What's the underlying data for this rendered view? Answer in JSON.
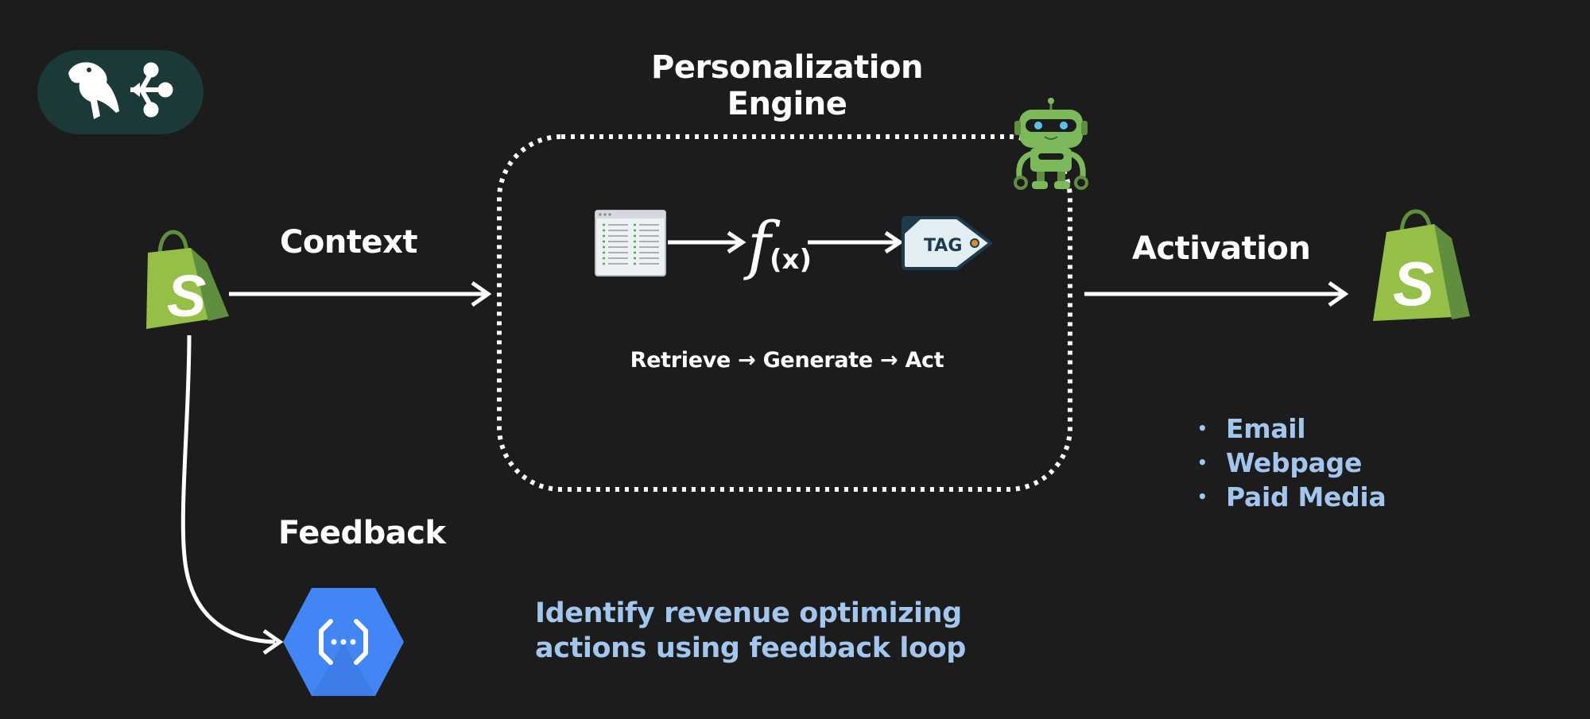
{
  "diagram": {
    "title": "Personalization Engine",
    "context_label": "Context",
    "activation_label": "Activation",
    "feedback_label": "Feedback",
    "engine_caption": "Retrieve → Generate → Act",
    "function_symbol": "f",
    "function_arg": "(x)",
    "tag_label": "TAG",
    "channels": [
      "Email",
      "Webpage",
      "Paid Media"
    ],
    "insight_line1": "Identify revenue optimizing",
    "insight_line2": "actions using feedback loop",
    "store_icon_letter": "S"
  },
  "icons": {
    "logo": "parrot-workflow-logo-icon",
    "source": "shopify-bag-icon",
    "destination": "shopify-bag-icon",
    "data": "spreadsheet-icon",
    "tag": "tag-icon",
    "agent": "robot-icon",
    "feedback": "cloud-functions-icon"
  },
  "colors": {
    "background": "#1c1c1d",
    "text": "#ffffff",
    "accent_text": "#a3c6ee",
    "shopify_green": "#95bf47",
    "shopify_dark": "#5e8e3e",
    "gcp_blue": "#4285f4",
    "logo_bg": "#1b3a37",
    "robot_green": "#7cb95a"
  }
}
